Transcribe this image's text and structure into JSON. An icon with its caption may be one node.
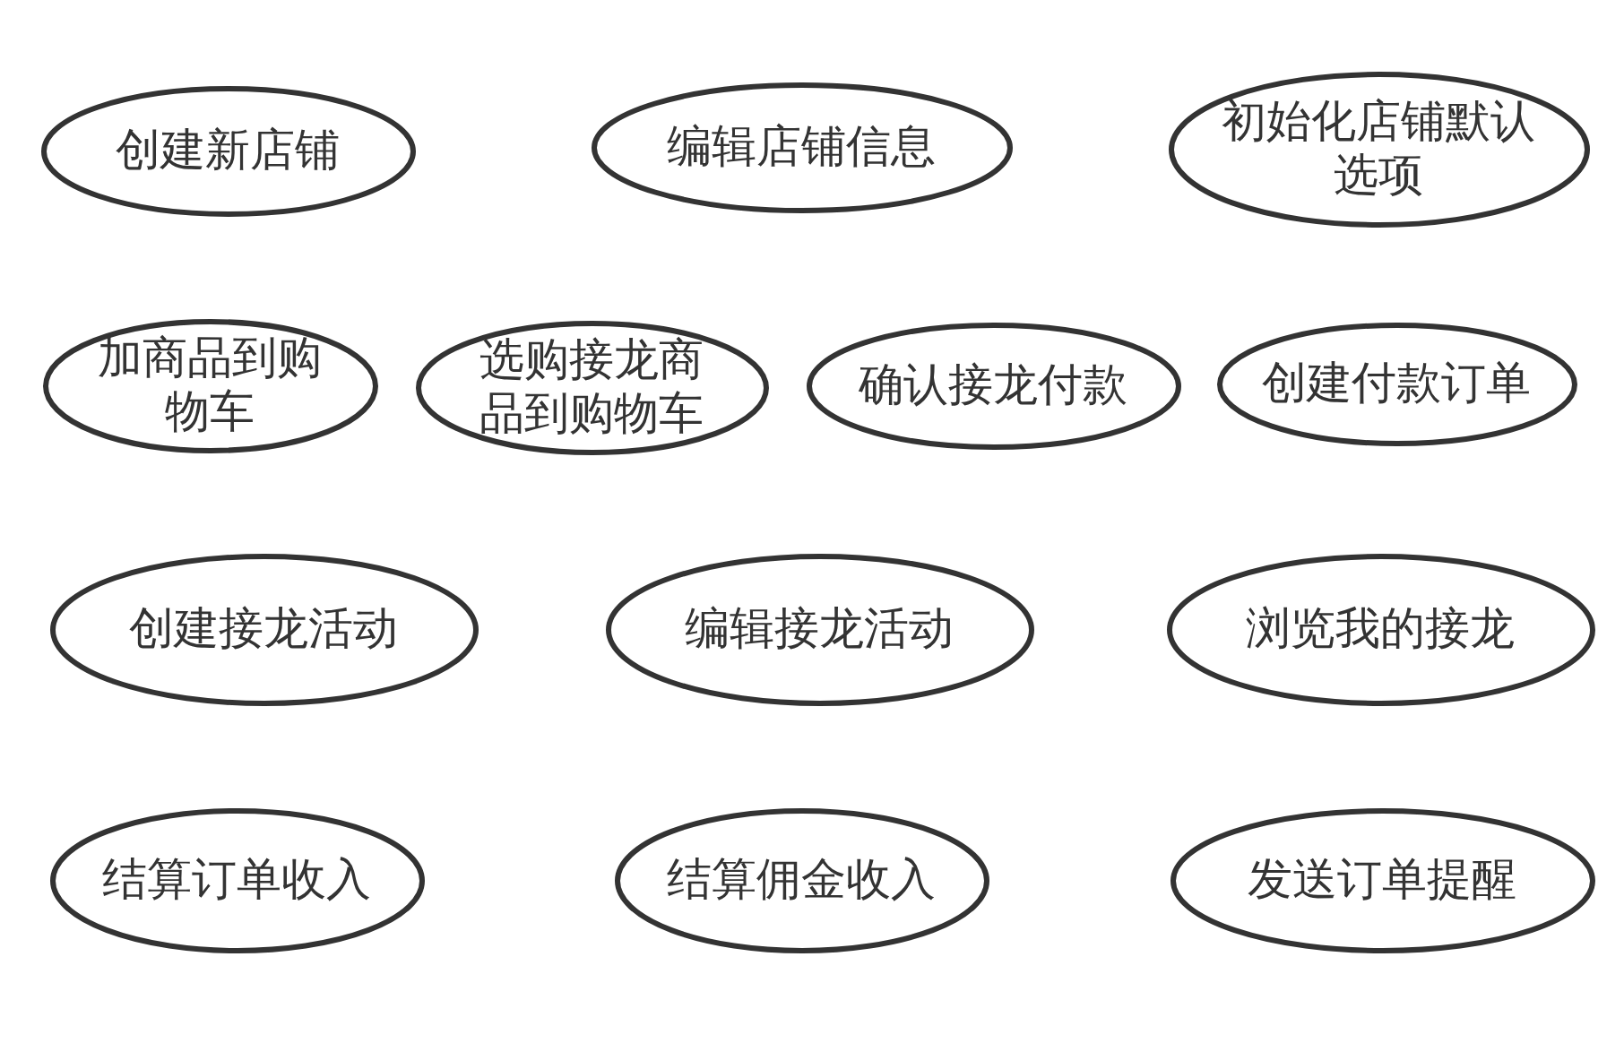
{
  "diagram": {
    "nodes": [
      {
        "text": [
          "创建新店铺"
        ]
      },
      {
        "text": [
          "编辑店铺信息"
        ]
      },
      {
        "text": [
          "初始化店铺默认选项"
        ]
      },
      {
        "text": [
          "加商品到购物车"
        ]
      },
      {
        "text": [
          "选购接龙商品到购物车"
        ]
      },
      {
        "text": [
          "确认接龙付款"
        ]
      },
      {
        "text": [
          "创建付款订单"
        ]
      },
      {
        "text": [
          "创建接龙活动"
        ]
      },
      {
        "text": [
          "编辑接龙活动"
        ]
      },
      {
        "text": [
          "浏览我的接龙"
        ]
      },
      {
        "text": [
          "结算订单收入"
        ]
      },
      {
        "text": [
          "结算佣金收入"
        ]
      },
      {
        "text": [
          "发送订单提醒"
        ]
      }
    ]
  }
}
